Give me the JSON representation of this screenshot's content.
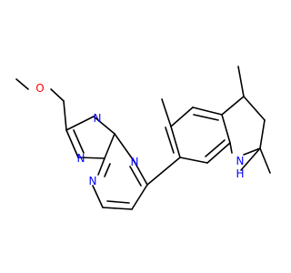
{
  "structure": {
    "atoms": {
      "oxygen_methoxy": "O",
      "n_triazole_top": "N",
      "n_triazole_mid": "N",
      "n_bridgehead": "N",
      "n_pyrimidine": "N",
      "n_quinoline": "N",
      "h_quinoline": "H"
    },
    "colors": {
      "nitrogen": "#0000ff",
      "oxygen": "#ff0000",
      "bond": "#000000",
      "background": "#ffffff"
    }
  }
}
